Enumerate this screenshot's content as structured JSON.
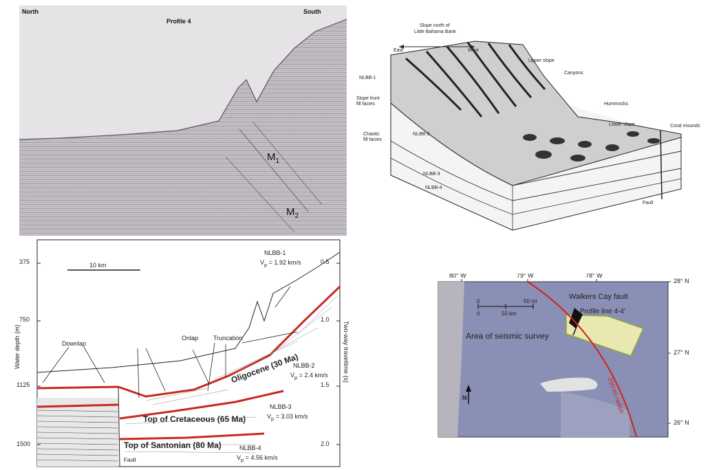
{
  "seismic_profile": {
    "left_label": "North",
    "right_label": "South",
    "title": "Profile 4",
    "marker_1": {
      "main": "M",
      "sub": "1"
    },
    "marker_2": {
      "main": "M",
      "sub": "2"
    }
  },
  "block_diagram": {
    "top_caption_line1": "Slope north of",
    "top_caption_line2": "Little Bahama Bank",
    "east": "East",
    "west": "West",
    "upper_slope": "Upper slope",
    "canyons": "Canyons",
    "hummocks": "Hummocks",
    "lower_slope": "Lower slope",
    "coral_mounds": "Coral mounds",
    "nlbb1": "NLBB-1",
    "slope_front_fill_line1": "Slope front",
    "slope_front_fill_line2": "fill facies",
    "chaotic_fill_line1": "Chaotic",
    "chaotic_fill_line2": "fill facies",
    "nlbb2": "NLBB-2",
    "nlbb3": "NLBB-3",
    "nlbb4": "NLBB-4",
    "fault": "Fault"
  },
  "cross_section": {
    "scale_bar": "10 km",
    "y_left_title": "Water depth (m)",
    "y_right_title": "Two-way traveltime (s)",
    "left_ticks": [
      "375",
      "750",
      "1125",
      "1500"
    ],
    "right_ticks": [
      "0.5",
      "1.0",
      "1.5",
      "2.0"
    ],
    "nlbb1": "NLBB-1",
    "nlbb1_vp": "V",
    "nlbb1_vp_sub": "p",
    "nlbb1_vp_val": " = 1.92 km/s",
    "nlbb2": "NLBB-2",
    "nlbb2_vp_val": " = 2.4 km/s",
    "nlbb3": "NLBB-3",
    "nlbb3_vp_val": " = 3.03 km/s",
    "nlbb4": "NLBB-4",
    "nlbb4_vp_val": " = 4.56 km/s",
    "downlap": "Downlap",
    "onlap": "Onlap",
    "truncation": "Truncation",
    "oligocene": "Oligocene (30 Ma)",
    "top_cretaceous": "Top of Cretaceous (65 Ma)",
    "top_santonian": "Top of Santonian (80 Ma)",
    "fault": "Fault",
    "colors": {
      "horizon": "#c8281e",
      "lines": "#222222"
    }
  },
  "location_map": {
    "lon_labels": [
      "80° W",
      "79° W",
      "78° W"
    ],
    "lat_labels": [
      "28° N",
      "27° N",
      "26° N"
    ],
    "scale_mi": "50 mi",
    "scale_km": "50 km",
    "scale_zero_1": "0",
    "scale_zero_2": "0",
    "walkers_cay": "Walkers Cay fault",
    "profile_line": "Profile line 4-4'",
    "survey_area": "Area of seismic survey",
    "radius": "200-mi radius",
    "north": "N",
    "colors": {
      "sea": "#8a8fb5",
      "survey": "#e8e8b0",
      "radius": "#d4201a"
    }
  }
}
